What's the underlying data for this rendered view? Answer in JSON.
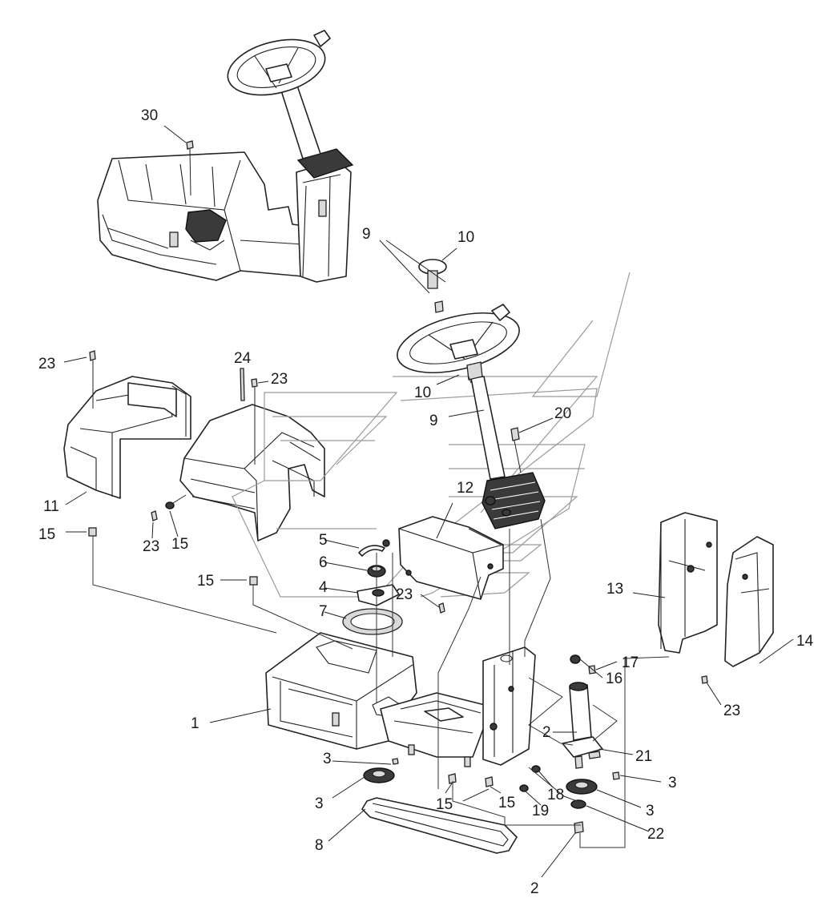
{
  "callouts": [
    {
      "id": "c30",
      "label": "30"
    },
    {
      "id": "c9a",
      "label": "9"
    },
    {
      "id": "c10a",
      "label": "10"
    },
    {
      "id": "c23a",
      "label": "23"
    },
    {
      "id": "c24",
      "label": "24"
    },
    {
      "id": "c23b",
      "label": "23"
    },
    {
      "id": "c10b",
      "label": "10"
    },
    {
      "id": "c9b",
      "label": "9"
    },
    {
      "id": "c20",
      "label": "20"
    },
    {
      "id": "c11",
      "label": "11"
    },
    {
      "id": "c12",
      "label": "12"
    },
    {
      "id": "c15a",
      "label": "15"
    },
    {
      "id": "c23c",
      "label": "23"
    },
    {
      "id": "c15b",
      "label": "15"
    },
    {
      "id": "c5",
      "label": "5"
    },
    {
      "id": "c6",
      "label": "6"
    },
    {
      "id": "c15c",
      "label": "15"
    },
    {
      "id": "c4",
      "label": "4"
    },
    {
      "id": "c23d",
      "label": "23"
    },
    {
      "id": "c13",
      "label": "13"
    },
    {
      "id": "c7",
      "label": "7"
    },
    {
      "id": "c14",
      "label": "14"
    },
    {
      "id": "c17",
      "label": "17"
    },
    {
      "id": "c16",
      "label": "16"
    },
    {
      "id": "c1",
      "label": "1"
    },
    {
      "id": "c23e",
      "label": "23"
    },
    {
      "id": "c2a",
      "label": "2"
    },
    {
      "id": "c21",
      "label": "21"
    },
    {
      "id": "c3a",
      "label": "3"
    },
    {
      "id": "c3b",
      "label": "3"
    },
    {
      "id": "c18",
      "label": "18"
    },
    {
      "id": "c3c",
      "label": "3"
    },
    {
      "id": "c15d",
      "label": "15"
    },
    {
      "id": "c15e",
      "label": "15"
    },
    {
      "id": "c19",
      "label": "19"
    },
    {
      "id": "c3d",
      "label": "3"
    },
    {
      "id": "c22",
      "label": "22"
    },
    {
      "id": "c8",
      "label": "8"
    },
    {
      "id": "c2b",
      "label": "2"
    }
  ]
}
